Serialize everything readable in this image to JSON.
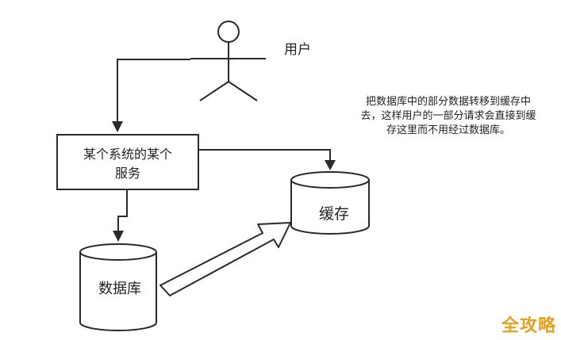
{
  "nodes": {
    "user": "用户",
    "service": "某个系统的某个服务",
    "cache": "缓存",
    "database": "数据库"
  },
  "service_lines": [
    "某个系统的某个",
    "服务"
  ],
  "annotation": "把数据库中的部分数据转移到缓存中去，这样用户的一部分请求会直接到缓存这里而不用经过数据库。",
  "watermark": "全攻略",
  "colors": {
    "stroke": "#2a2a2a",
    "watermark": "#e8a020"
  }
}
